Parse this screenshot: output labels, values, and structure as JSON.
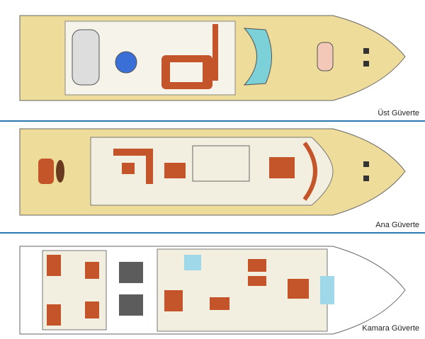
{
  "decks": [
    {
      "name": "Üst Güverte"
    },
    {
      "name": "Ana Güverte"
    },
    {
      "name": "Kamara Güverte"
    }
  ],
  "colors": {
    "separator": "#2a7ab0",
    "teak": "#eedc9a",
    "interior": "#f3efe0",
    "furniture": "#c4542a"
  }
}
